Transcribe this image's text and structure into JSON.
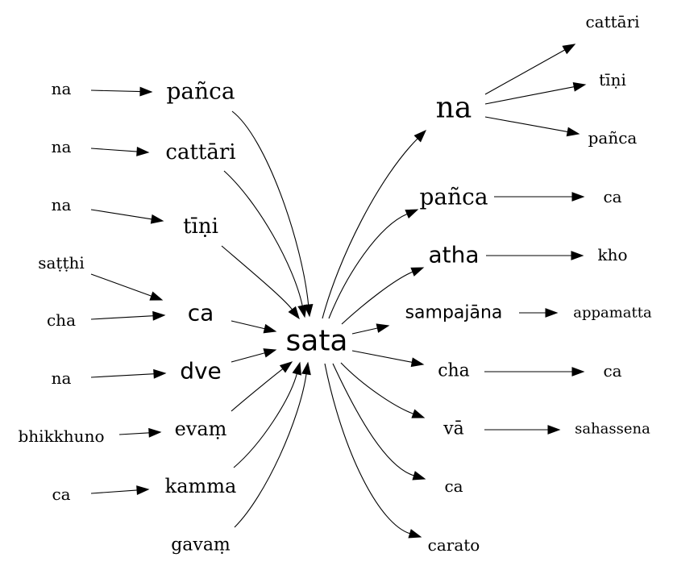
{
  "nodes": [
    {
      "id": "sata",
      "label": "sata"
    },
    {
      "id": "pre1",
      "label": "na"
    },
    {
      "id": "pre2",
      "label": "na"
    },
    {
      "id": "pre3",
      "label": "na"
    },
    {
      "id": "pre4",
      "label": "saṭṭhi"
    },
    {
      "id": "pre5",
      "label": "cha"
    },
    {
      "id": "pre6",
      "label": "na"
    },
    {
      "id": "pre7",
      "label": "bhikkhuno"
    },
    {
      "id": "pre8",
      "label": "ca"
    },
    {
      "id": "l1",
      "label": "pañca"
    },
    {
      "id": "l2",
      "label": "cattāri"
    },
    {
      "id": "l3",
      "label": "tīṇi"
    },
    {
      "id": "l4",
      "label": "ca"
    },
    {
      "id": "l5",
      "label": "dve"
    },
    {
      "id": "l6",
      "label": "evaṃ"
    },
    {
      "id": "l7",
      "label": "kamma"
    },
    {
      "id": "l8",
      "label": "gavaṃ"
    },
    {
      "id": "r1",
      "label": "na"
    },
    {
      "id": "r2",
      "label": "pañca"
    },
    {
      "id": "r3",
      "label": "atha"
    },
    {
      "id": "r4",
      "label": "sampajāna"
    },
    {
      "id": "r5",
      "label": "cha"
    },
    {
      "id": "r6",
      "label": "vā"
    },
    {
      "id": "r7",
      "label": "ca"
    },
    {
      "id": "r8",
      "label": "carato"
    },
    {
      "id": "f1",
      "label": "cattāri"
    },
    {
      "id": "f2",
      "label": "tīṇi"
    },
    {
      "id": "f3",
      "label": "pañca"
    },
    {
      "id": "f4",
      "label": "ca"
    },
    {
      "id": "f5",
      "label": "kho"
    },
    {
      "id": "f6",
      "label": "appamatta"
    },
    {
      "id": "f7",
      "label": "ca"
    },
    {
      "id": "f8",
      "label": "sahassena"
    }
  ],
  "edges": [
    {
      "from": "pre1",
      "to": "l1"
    },
    {
      "from": "pre2",
      "to": "l2"
    },
    {
      "from": "pre3",
      "to": "l3"
    },
    {
      "from": "pre4",
      "to": "l4"
    },
    {
      "from": "pre5",
      "to": "l4"
    },
    {
      "from": "pre6",
      "to": "l5"
    },
    {
      "from": "pre7",
      "to": "l6"
    },
    {
      "from": "pre8",
      "to": "l7"
    },
    {
      "from": "l1",
      "to": "sata"
    },
    {
      "from": "l2",
      "to": "sata"
    },
    {
      "from": "l3",
      "to": "sata"
    },
    {
      "from": "l4",
      "to": "sata"
    },
    {
      "from": "l5",
      "to": "sata"
    },
    {
      "from": "l6",
      "to": "sata"
    },
    {
      "from": "l7",
      "to": "sata"
    },
    {
      "from": "l8",
      "to": "sata"
    },
    {
      "from": "sata",
      "to": "r1"
    },
    {
      "from": "sata",
      "to": "r2"
    },
    {
      "from": "sata",
      "to": "r3"
    },
    {
      "from": "sata",
      "to": "r4"
    },
    {
      "from": "sata",
      "to": "r5"
    },
    {
      "from": "sata",
      "to": "r6"
    },
    {
      "from": "sata",
      "to": "r7"
    },
    {
      "from": "sata",
      "to": "r8"
    },
    {
      "from": "r1",
      "to": "f1"
    },
    {
      "from": "r1",
      "to": "f2"
    },
    {
      "from": "r1",
      "to": "f3"
    },
    {
      "from": "r2",
      "to": "f4"
    },
    {
      "from": "r3",
      "to": "f5"
    },
    {
      "from": "r4",
      "to": "f6"
    },
    {
      "from": "r5",
      "to": "f7"
    },
    {
      "from": "r6",
      "to": "f8"
    }
  ]
}
